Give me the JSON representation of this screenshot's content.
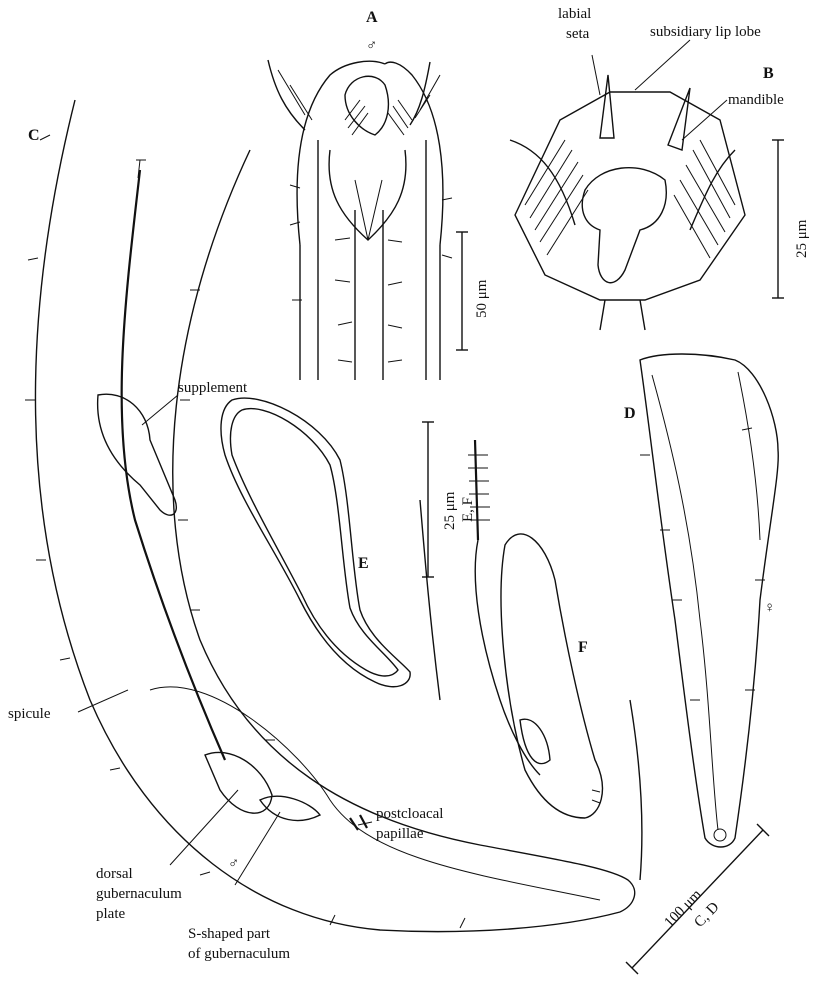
{
  "panels": {
    "a": "A",
    "b": "B",
    "c": "C",
    "d": "D",
    "e": "E",
    "f": "F"
  },
  "sex_symbols": {
    "male": "♂",
    "female": "♀"
  },
  "labels": {
    "labial_seta": [
      "labial",
      "seta"
    ],
    "subsidiary_lip_lobe": "subsidiary lip lobe",
    "mandible": "mandible",
    "supplement": "supplement",
    "spicule": "spicule",
    "postcloacal_papillae": [
      "postcloacal",
      "papillae"
    ],
    "dorsal_gubernaculum_plate": [
      "dorsal",
      "gubernaculum",
      "plate"
    ],
    "s_shaped_part": [
      "S-shaped part",
      "of gubernaculum"
    ]
  },
  "scale_bars": {
    "a": "50 μm",
    "b": "25 μm",
    "ef_value": "25 μm",
    "ef_panels": "E, F",
    "cd_value": "100 μm",
    "cd_panels": "C, D"
  }
}
